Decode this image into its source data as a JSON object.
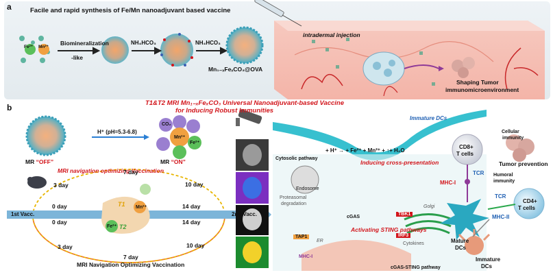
{
  "panel_a": {
    "label": "a",
    "title": "Facile and rapid synthesis of Fe/Mn nanoadjuvant based vaccine",
    "fe_ion": "Fe²⁺",
    "mn_ion": "Mn²⁺",
    "step1": "Biomineralization",
    "step1b": "-like",
    "step2": "NH₄HCO₃",
    "step3": "NH₄HCO₃",
    "product": "Mn₁₋ₓFeₓCO₃@OVA",
    "injection": "intradermal injection",
    "shaping1": "Shaping Tumor",
    "shaping2": "immunomicroenvironment"
  },
  "panel_b": {
    "label": "b",
    "title1": "T1&T2 MRI Mn₁₋ₓFeₓCO₃ Universal Nanoadjuvant-based Vaccine",
    "title2": "for Inducing Robust Immunities",
    "ph": "H⁺ (pH=5.3-6.8)",
    "mr_off_prefix": "MR",
    "mr_off": "“OFF”",
    "mr_on_prefix": "MR",
    "mr_on": "“ON”",
    "nav_top": "MRI navigation optimizing Vaccination",
    "nav_bottom": "MRI Navigation Optimizing Vaccination",
    "days": {
      "d3_top": "3 day",
      "d7_top": "7 day",
      "d10_top": "10 day",
      "d0_a": "0 day",
      "d0_b": "0 day",
      "d14_a": "14 day",
      "d14_b": "14 day",
      "d3_bot": "3 day",
      "d7_bot": "7 day",
      "d10_bot": "10 day"
    },
    "vacc1": "1st Vacc.",
    "vacc2": "2nd Vacc.",
    "t1": "T1",
    "t2": "T2",
    "mn_ion": "Mn²⁺",
    "fe_ion": "Fe²⁺",
    "co2": "CO₂",
    "immature_dcs_top": "Immature DCs",
    "cytosolic": "Cytosolic pathway",
    "reaction": "+ H⁺ → + Fe²⁺ + Mn²⁺ + ↑+ H₂O",
    "cross_presentation": "Inducing cross-presentation",
    "endosome": "Endosome",
    "proteasomal1": "Proteasomal",
    "proteasomal2": "degradation",
    "cgas": "cGAS",
    "tbk1": "TBK1",
    "golgi": "Golgi",
    "sting_act": "Activating STING pathways",
    "irf3": "IRF3",
    "tap1": "TAP1",
    "er": "ER",
    "mhc1_small": "MHC-I",
    "cytokines": "Cytokines",
    "cgas_sting": "cGAS-STING pathway",
    "cd8": "CD8+",
    "cd8b": "T cells",
    "tcr_top": "TCR",
    "mhc1": "MHC-I",
    "cellular1": "Cellular",
    "cellular2": "immunity",
    "tumor_prev": "Tumor prevention",
    "humoral1": "Humoral",
    "humoral2": "immunity",
    "tcr_bot": "TCR",
    "cd4": "CD4+",
    "cd4b": "T cells",
    "mhc2": "MHC-II",
    "mature1": "Mature",
    "mature2": "DCs",
    "immature1": "Immature",
    "immature2": "DCs"
  },
  "colors": {
    "accent_red": "#d2161c",
    "mn_orange": "#f0a040",
    "fe_green": "#5bbf5a",
    "co2_purple": "#9a7fd0"
  }
}
